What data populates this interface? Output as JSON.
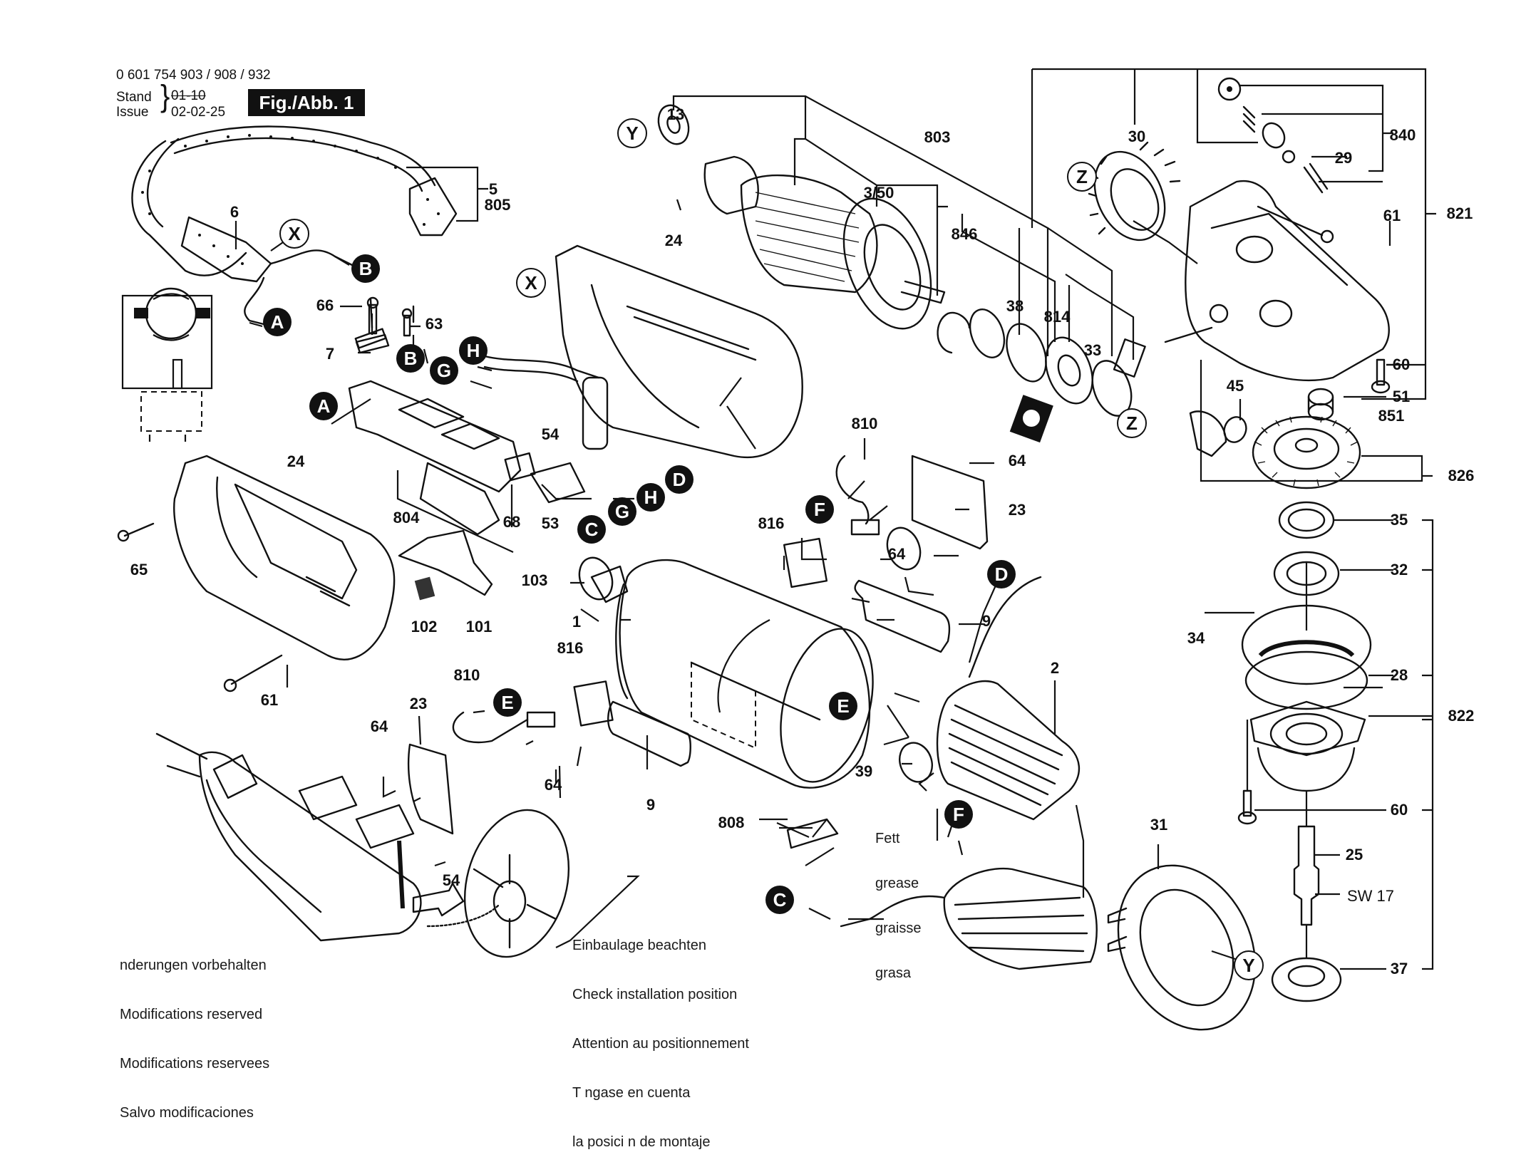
{
  "header": {
    "part_numbers": "0 601 754 903 / 908 / 932",
    "stand_label": "Stand",
    "issue_label": "Issue",
    "stand_value_struck": "01-10",
    "issue_value": "02-02-25",
    "figure_label": "Fig./Abb. 1"
  },
  "notes": {
    "modifications": [
      "nderungen vorbehalten",
      "Modifications reserved",
      "Modifications reservees",
      "Salvo modificaciones"
    ],
    "installation": [
      "Einbaulage beachten",
      "Check installation position",
      "Attention au positionnement",
      "T ngase en cuenta",
      "la posici n de montaje"
    ],
    "grease": [
      "Fett",
      "grease",
      "graisse",
      "grasa"
    ]
  },
  "part_labels": {
    "p5": "5",
    "p805": "805",
    "p6": "6",
    "p66": "66",
    "p63": "63",
    "p7": "7",
    "p24_top": "24",
    "p24_left": "24",
    "p54_top": "54",
    "p54_bottom": "54",
    "p804": "804",
    "p68": "68",
    "p53": "53",
    "p65": "65",
    "p61_left": "61",
    "p102": "102",
    "p101": "101",
    "p103": "103",
    "p1": "1",
    "p816_top": "816",
    "p816_bottom": "816",
    "p810_top": "810",
    "p810_bottom": "810",
    "p23_top": "23",
    "p23_bottom": "23",
    "p64_a": "64",
    "p64_b": "64",
    "p64_c": "64",
    "p64_d": "64",
    "p9_a": "9",
    "p9_b": "9",
    "p808": "808",
    "p39": "39",
    "p2": "2",
    "p31": "31",
    "p13": "13",
    "p3_50": "3/50",
    "p803": "803",
    "p846": "846",
    "p38": "38",
    "p814": "814",
    "p33": "33",
    "p30": "30",
    "p840": "840",
    "p29": "29",
    "p61_right": "61",
    "p821": "821",
    "p60_top": "60",
    "p51": "51",
    "p851": "851",
    "p45": "45",
    "p826": "826",
    "p35": "35",
    "p32": "32",
    "p34": "34",
    "p28": "28",
    "p822": "822",
    "p60_bottom": "60",
    "p25": "25",
    "sw17": "SW 17",
    "p37": "37"
  },
  "connector_markers": {
    "A1": "A",
    "A2": "A",
    "B1": "B",
    "B2": "B",
    "C1": "C",
    "C2": "C",
    "D1": "D",
    "D2": "D",
    "E1": "E",
    "E2": "E",
    "F1": "F",
    "F2": "F",
    "G1": "G",
    "G2": "G",
    "H1": "H",
    "H2": "H"
  },
  "reference_markers": {
    "X1": "X",
    "X2": "X",
    "Y1": "Y",
    "Y2": "Y",
    "Z1": "Z",
    "Z2": "Z"
  }
}
